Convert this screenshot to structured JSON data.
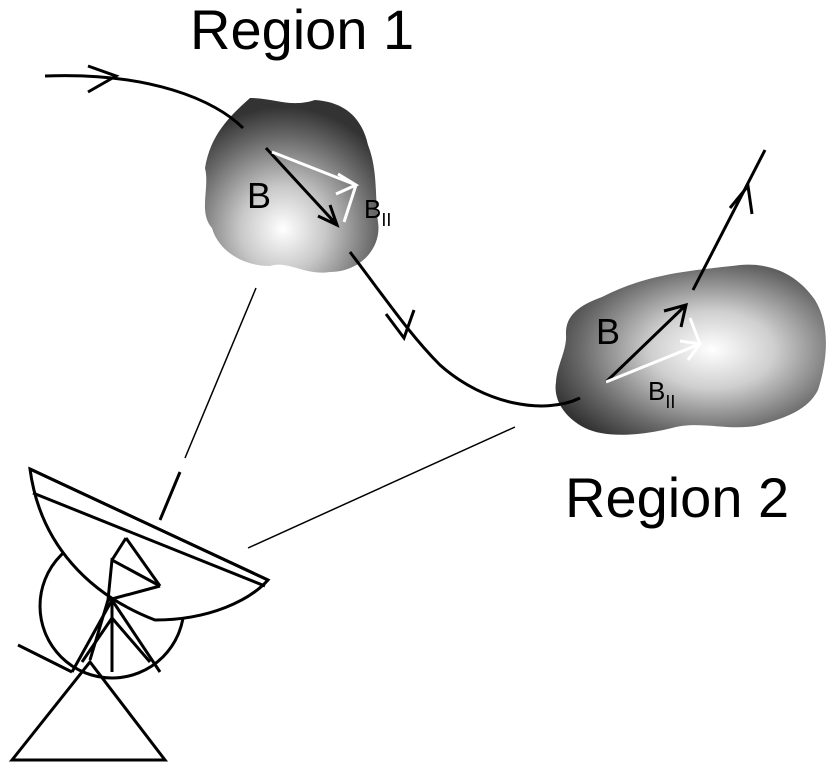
{
  "region1": {
    "title": "Region 1",
    "field_label": "B",
    "parallel_label_main": "B",
    "parallel_label_sub": "II"
  },
  "region2": {
    "title": "Region 2",
    "field_label": "B",
    "parallel_label_main": "B",
    "parallel_label_sub": "II"
  },
  "colors": {
    "ink": "#000000",
    "cloud_center": "#ffffff",
    "cloud_edge": "#333333",
    "background": "#ffffff"
  },
  "icons": {
    "observer": "radio-telescope-dish-icon"
  }
}
